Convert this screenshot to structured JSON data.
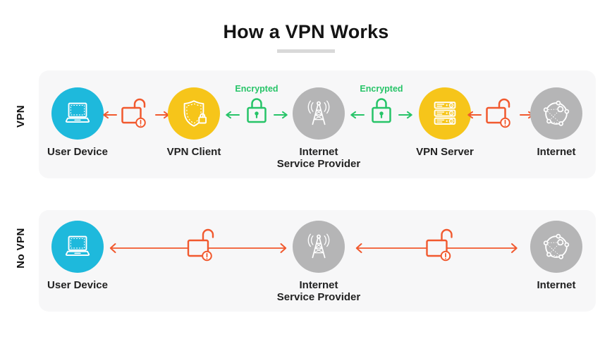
{
  "title": "How a VPN Works",
  "colors": {
    "accent_cyan": "#1EB9DC",
    "accent_yellow": "#F6C51A",
    "accent_gray": "#B5B5B6",
    "encrypted_green": "#27C468",
    "unsecured_orange": "#F1592E",
    "panel_bg": "#F7F7F8",
    "title_underline": "#D9D9D9",
    "text": "#1F1F1F"
  },
  "icons": {
    "user_device": "laptop-icon",
    "vpn_client": "shield-lock-icon",
    "isp": "radio-tower-icon",
    "vpn_server": "server-stack-icon",
    "internet": "network-globe-icon",
    "encrypted_link": "lock-closed-icon",
    "unsecured_link": "lock-open-warning-icon",
    "link_direction": "arrow-icon"
  },
  "rows": [
    {
      "label": "VPN",
      "nodes": [
        {
          "line1": "User Device",
          "line2": ""
        },
        {
          "line1": "VPN Client",
          "line2": ""
        },
        {
          "line1": "Internet",
          "line2": "Service Provider"
        },
        {
          "line1": "VPN Server",
          "line2": ""
        },
        {
          "line1": "Internet",
          "line2": ""
        }
      ],
      "connectors": [
        {
          "type": "unsecured",
          "label": ""
        },
        {
          "type": "encrypted",
          "label": "Encrypted"
        },
        {
          "type": "encrypted",
          "label": "Encrypted"
        },
        {
          "type": "unsecured",
          "label": ""
        }
      ]
    },
    {
      "label": "No VPN",
      "nodes": [
        {
          "line1": "User Device",
          "line2": ""
        },
        {
          "line1": "Internet",
          "line2": "Service Provider"
        },
        {
          "line1": "Internet",
          "line2": ""
        }
      ],
      "connectors": [
        {
          "type": "unsecured",
          "label": ""
        },
        {
          "type": "unsecured",
          "label": ""
        }
      ]
    }
  ]
}
